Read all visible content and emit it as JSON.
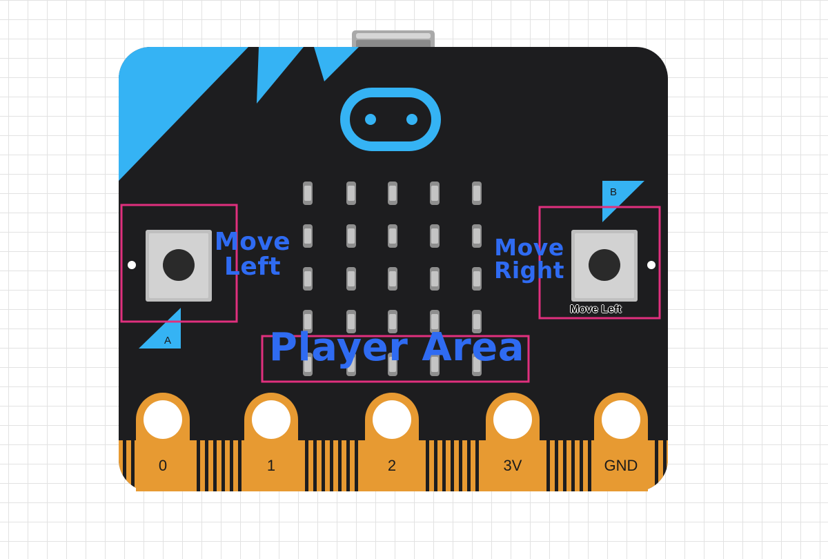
{
  "board": {
    "button_a_letter": "A",
    "button_b_letter": "B",
    "pins": [
      "0",
      "1",
      "2",
      "3V",
      "GND"
    ]
  },
  "annotations": {
    "move_left_line1": "Move",
    "move_left_line2": "Left",
    "move_right_line1": "Move",
    "move_right_line2": "Right",
    "overlap_label": "Move Left",
    "player_area": "Player Area"
  },
  "colors": {
    "board": "#1d1d1f",
    "accent_blue": "#35b3f4",
    "gold": "#e79a32",
    "annotation_text": "#2f6bf2",
    "highlight_box": "#e0307e"
  }
}
